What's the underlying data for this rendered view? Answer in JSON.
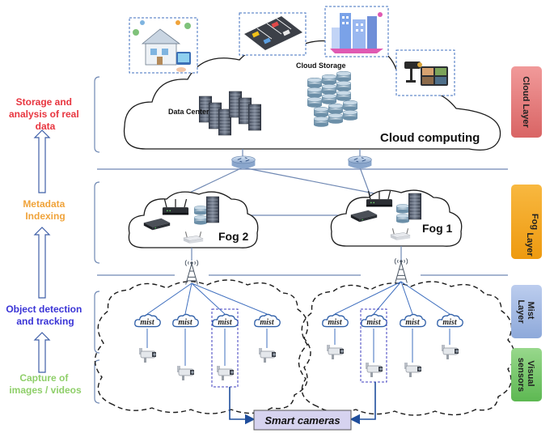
{
  "left_stages": [
    {
      "lines": [
        "Storage and",
        "analysis of real",
        "data"
      ],
      "color": "#e8353f"
    },
    {
      "lines": [
        "Metadata",
        "Indexing"
      ],
      "color": "#f0a33a"
    },
    {
      "lines": [
        "Object detection",
        "and tracking"
      ],
      "color": "#3a34d6"
    },
    {
      "lines": [
        "Capture of",
        "images / videos"
      ],
      "color": "#8fcf6a"
    }
  ],
  "layers": [
    {
      "name": "cloud",
      "label": "Cloud Layer",
      "lines": [
        "Cloud Layer"
      ],
      "color": "#e47c7c"
    },
    {
      "name": "fog",
      "label": "Fog Layer",
      "lines": [
        "Fog",
        "Layer"
      ],
      "color": "#f5a623"
    },
    {
      "name": "mist",
      "label": "Mist Layer",
      "lines": [
        "Mist",
        "Layer"
      ],
      "color": "#9db6e2"
    },
    {
      "name": "visual",
      "label": "Visual sensors",
      "lines": [
        "Visual",
        "sensors"
      ],
      "color": "#7bc96f"
    }
  ],
  "cloud": {
    "data_center": "Data Center",
    "cloud_storage": "Cloud Storage",
    "cloud_computing": "Cloud computing"
  },
  "fog": {
    "fog2": "Fog 2",
    "fog1": "Fog 1"
  },
  "mist_label": "mist",
  "smart_cameras": "Smart cameras",
  "icons": [
    "smart-home-icon",
    "parking-lot-icon",
    "smart-city-icon",
    "security-camera-display-icon",
    "server-rack-icon",
    "database-stack-icon",
    "router-icon",
    "wifi-router-icon",
    "antenna-tower-icon",
    "cloud-icon",
    "cctv-camera-icon"
  ]
}
